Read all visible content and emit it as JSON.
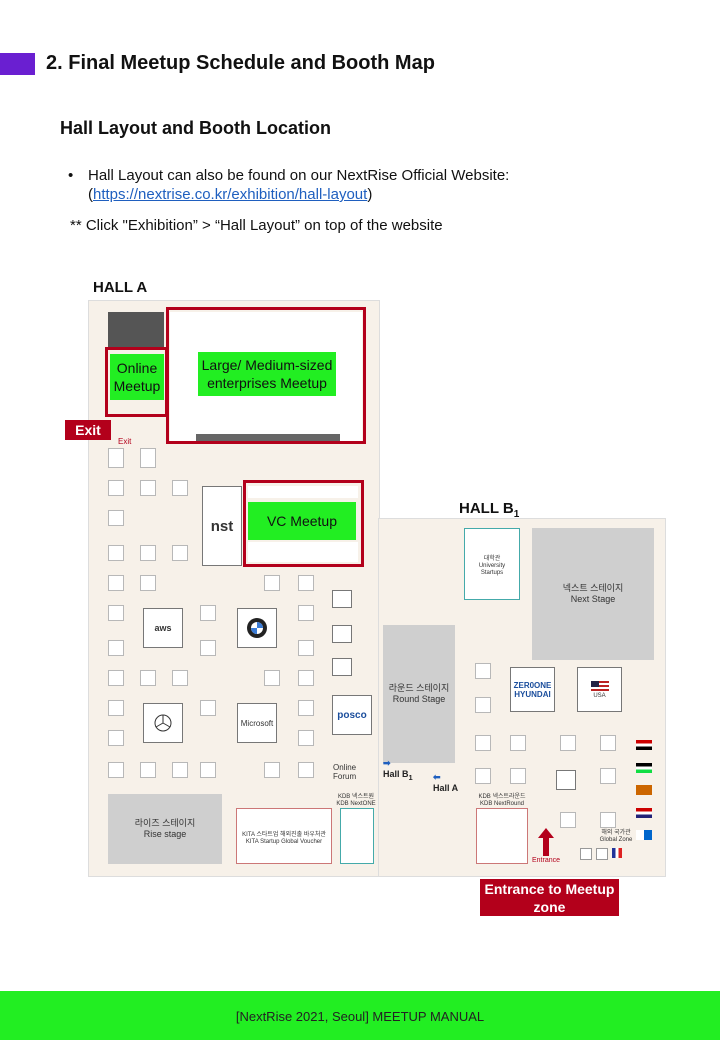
{
  "header": {
    "section_title": "2. Final Meetup Schedule and Booth Map",
    "accent_color": "#6a1fd1"
  },
  "content": {
    "subtitle": "Hall Layout and Booth Location",
    "bullet_text": "Hall Layout can also be found on our NextRise Official Website:",
    "link_open": "(",
    "link_url": "https://nextrise.co.kr/exhibition/hall-layout",
    "link_close": ")",
    "note": "** Click \"Exhibition” > “Hall Layout” on top of the website"
  },
  "map": {
    "hall_a_label": "HALL A",
    "hall_b_label": "HALL B",
    "hall_b_sub": "1",
    "online_meetup": "Online Meetup",
    "large_meetup": "Large/ Medium-sized enterprises Meetup",
    "vc_meetup": "VC Meetup",
    "exit_tag": "Exit",
    "exit_small": "Exit",
    "entrance_tag": "Entrance to Meetup zone",
    "entrance_small": "Entrance",
    "round_stage": "라운드 스테이지\nRound Stage",
    "next_stage": "넥스트 스테이지\nNext Stage",
    "rise_stage": "라이즈 스테이지\nRise stage",
    "university": "대학관\nUniversity\nStartups",
    "kita": "KITA 스타트업 해외진출 바우처관\nKITA Startup Global Voucher",
    "kdb_nextone": "KDB 넥스트원\nKDB NextONE",
    "kdb_nextround": "KDB 넥스트라운드\nKDB NextRound",
    "global_zone": "해외 국가관\nGlobal Zone",
    "online_forum": "Online\nForum",
    "to_hall_b": "Hall B",
    "to_hall_b_sub": "1",
    "to_hall_a": "Hall A",
    "sponsors": {
      "nst": "nst",
      "aws": "aws",
      "posco": "posco",
      "microsoft": "Microsoft",
      "hyundai": "ZER0ONE HYUNDAI",
      "usa": "USA"
    },
    "highlight_color": "#b3001b",
    "meetup_color": "#22ee22"
  },
  "footer": {
    "text": "[NextRise 2021, Seoul]  MEETUP  MANUAL",
    "color": "#22ee22"
  }
}
